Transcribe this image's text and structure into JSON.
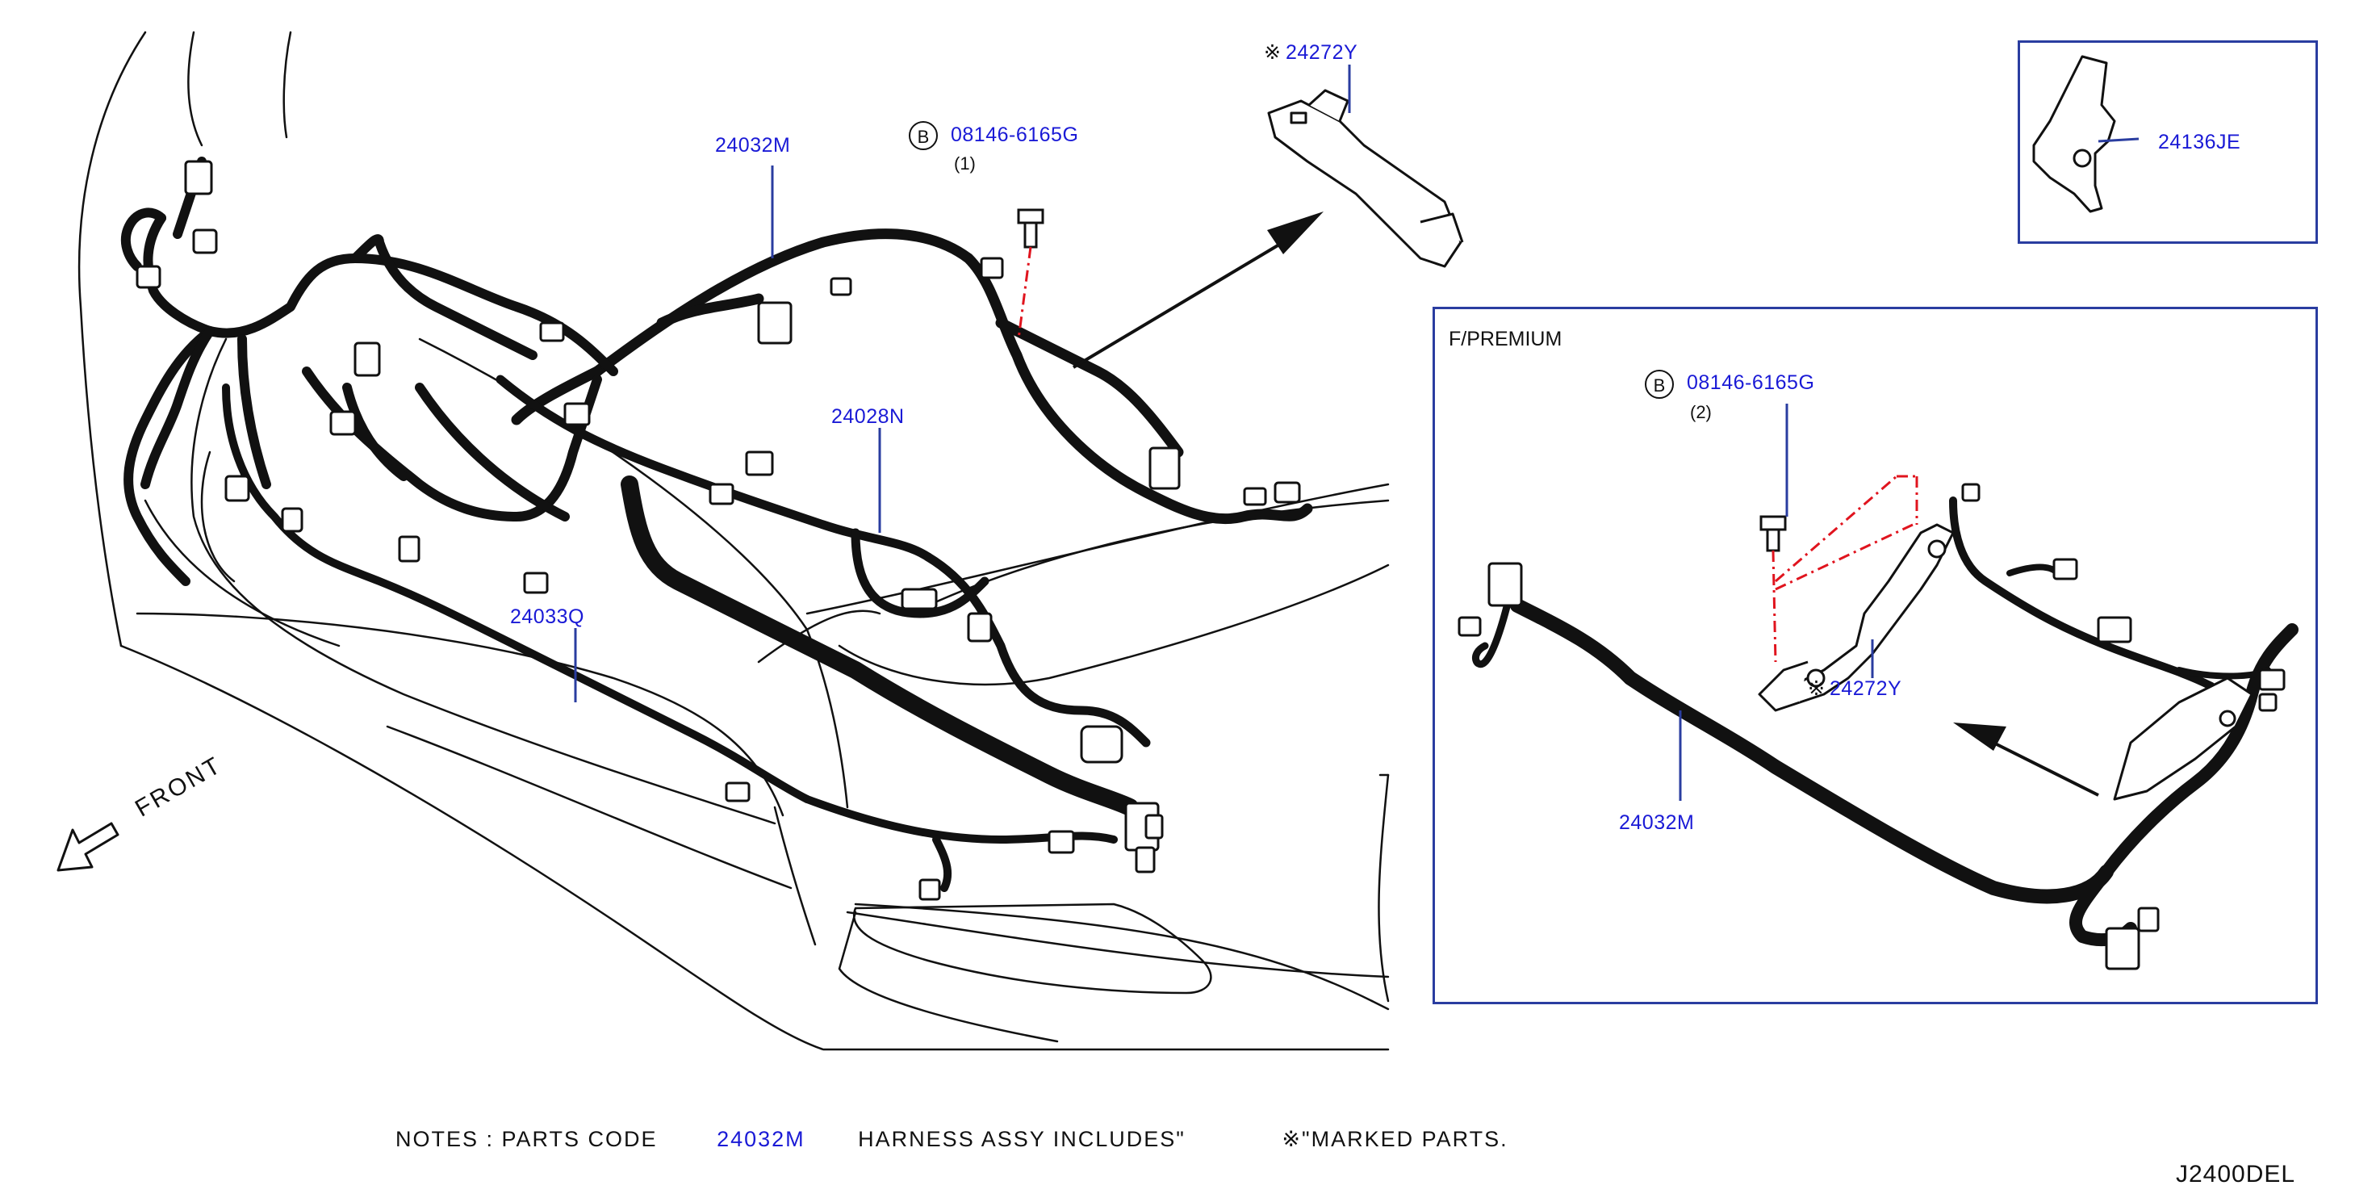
{
  "labels": {
    "harness_main": "24032M",
    "harness_main_inset": "24032M",
    "harness_24028n": "24028N",
    "harness_24033q": "24033Q",
    "bracket_top": "24272Y",
    "bracket_inset": "24272Y",
    "bolt_main": "08146-6165G",
    "bolt_main_qty": "(1)",
    "bolt_inset": "08146-6165G",
    "bolt_inset_qty": "(2)",
    "clip_detail": "24136JE",
    "bolt_badge": "B",
    "marked_symbol": "※",
    "front_label": "FRONT"
  },
  "inset": {
    "title": "F/PREMIUM"
  },
  "notes": {
    "prefix": "NOTES  :  PARTS  CODE",
    "part_code": "24032M",
    "middle": "HARNESS  ASSY  INCLUDES\"",
    "marked": "※\"MARKED  PARTS."
  },
  "diagram_code": "J2400DEL",
  "colors": {
    "callout_text": "#1a1ad6",
    "frame": "#2a3da0",
    "bolt_line": "#e0141e",
    "harness": "#111111"
  }
}
